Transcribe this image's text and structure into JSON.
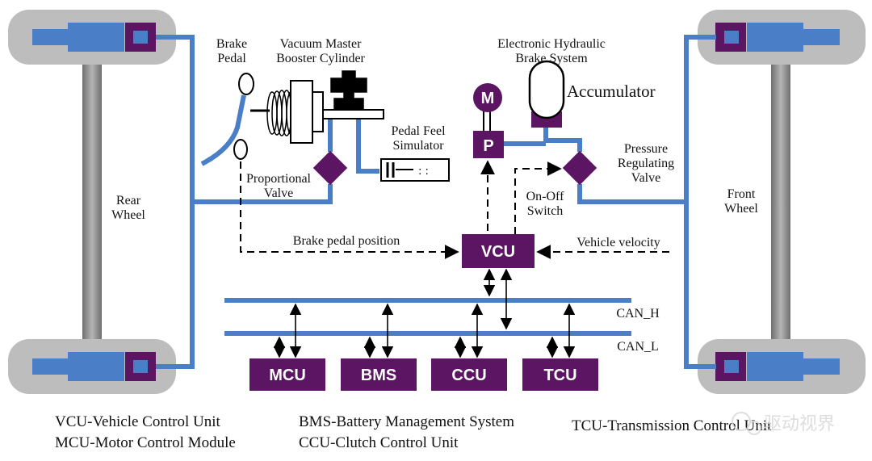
{
  "labels": {
    "brake_pedal_1": "Brake",
    "brake_pedal_2": "Pedal",
    "vacuum_1": "Vacuum Master",
    "vacuum_2": "Booster Cylinder",
    "ehb_1": "Electronic Hydraulic",
    "ehb_2": "Brake System",
    "accumulator": "Accumulator",
    "pedal_feel_1": "Pedal Feel",
    "pedal_feel_2": "Simulator",
    "proportional_1": "Proportional",
    "proportional_2": "Valve",
    "pressure_1": "Pressure",
    "pressure_2": "Regulating",
    "pressure_3": "Valve",
    "rear_wheel_1": "Rear",
    "rear_wheel_2": "Wheel",
    "front_wheel_1": "Front",
    "front_wheel_2": "Wheel",
    "on_off_1": "On-Off",
    "on_off_2": "Switch",
    "brake_pedal_position": "Brake pedal position",
    "vehicle_velocity": "Vehicle velocity",
    "can_h": "CAN_H",
    "can_l": "CAN_L",
    "motor": "M",
    "pump": "P"
  },
  "units": {
    "vcu": "VCU",
    "mcu": "MCU",
    "bms": "BMS",
    "ccu": "CCU",
    "tcu": "TCU"
  },
  "legend": {
    "vcu": "VCU-Vehicle Control Unit",
    "mcu": "MCU-Motor Control Module",
    "bms": "BMS-Battery Management System",
    "ccu": "CCU-Clutch Control Unit",
    "tcu": "TCU-Transmission Control Unit"
  },
  "watermark": "驱动视界",
  "colors": {
    "hydraulic": "#4a7fc7",
    "unit": "#5c1562",
    "wheel_gray": "#bdbdbd",
    "axle": "#8c8c8c"
  }
}
